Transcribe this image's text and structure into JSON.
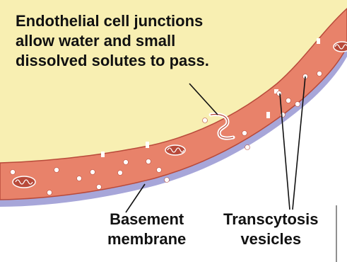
{
  "caption": {
    "lines": [
      "Endothelial cell junctions",
      "allow water and small",
      "dissolved solutes to pass."
    ]
  },
  "labels": {
    "basement_membrane": [
      "Basement",
      "membrane"
    ],
    "transcytosis_vesicles": [
      "Transcytosis",
      "vesicles"
    ]
  },
  "colors": {
    "lumen": "#f8efb2",
    "cell_wall": "#e8826a",
    "cell_edge": "#b84a3a",
    "basement_membrane": "#a7a6d9",
    "vesicle": "#ffffff"
  }
}
